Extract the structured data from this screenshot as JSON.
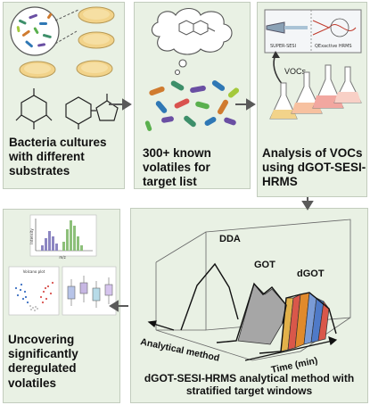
{
  "panel1": {
    "lines": [
      "Bacteria cultures",
      "with different",
      "substrates"
    ]
  },
  "panel2": {
    "lines": [
      "300+ known",
      "volatiles for",
      "target list"
    ]
  },
  "panel3": {
    "lines": [
      "Analysis of VOCs",
      "using dGOT-SESI-",
      "HRMS"
    ],
    "vocs_label": "VOCs",
    "inst_left": "SUPER-SESI",
    "inst_right": "QExactive HRMS"
  },
  "panel4": {
    "lines": [
      "Uncovering",
      "significantly",
      "deregulated",
      "volatiles"
    ],
    "hist_xlabel": "m/z",
    "hist_ylabel": "Intensity",
    "volcano_title": "Volcano plot"
  },
  "panel5": {
    "lines": [
      "dGOT-SESI-HRMS analytical method with",
      "stratified target windows"
    ],
    "dda": "DDA",
    "got": "GOT",
    "dgot": "dGOT",
    "axis_method": "Analytical method",
    "axis_time": "Time (min)"
  },
  "colors": {
    "panel_bg": "#e9f1e4",
    "panel_border": "#c2ccbd",
    "arrow": "#5a5a5a"
  }
}
